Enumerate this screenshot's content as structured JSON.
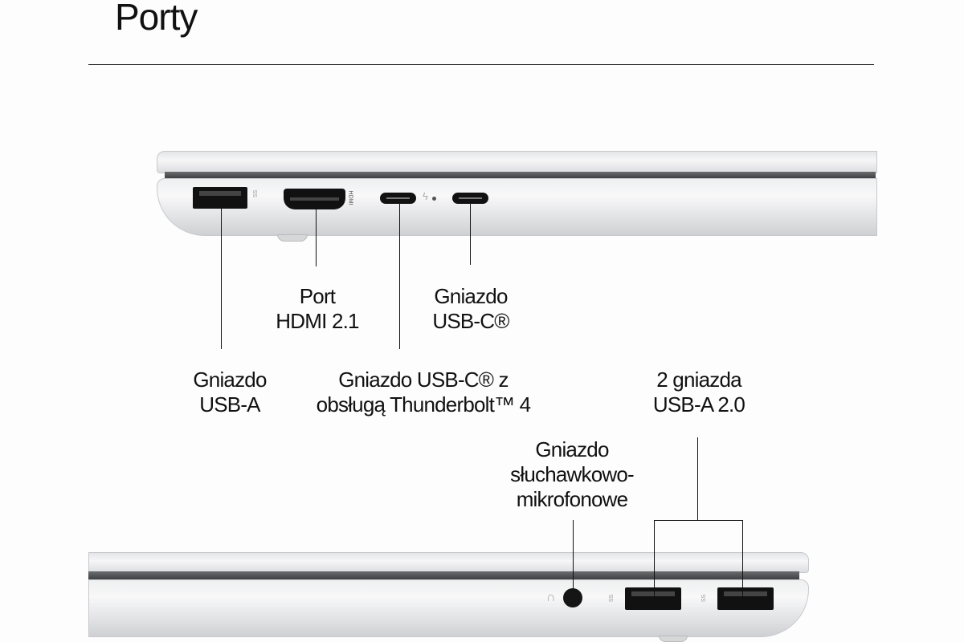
{
  "title": "Porty",
  "labels": {
    "hdmi": [
      "Port",
      "HDMI 2.1"
    ],
    "usbc": [
      "Gniazdo",
      "USB-C®"
    ],
    "usba": [
      "Gniazdo",
      "USB-A"
    ],
    "thunderbolt": [
      "Gniazdo USB-C® z",
      "obsługą Thunderbolt™ 4"
    ],
    "usba2": [
      "2 gniazda",
      "USB-A 2.0"
    ],
    "audio": [
      "Gniazdo",
      "słuchawkowo-",
      "mikrofonowe"
    ]
  },
  "port_marks": {
    "hdmi": "HDMI",
    "ss": "SS"
  }
}
